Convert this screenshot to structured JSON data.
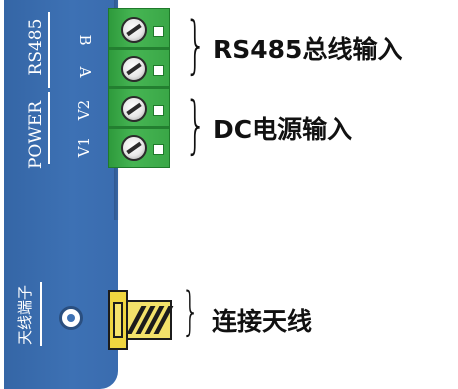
{
  "board": {
    "group_rs485": "RS485",
    "group_power": "POWER",
    "pin_b": "B",
    "pin_a": "A",
    "pin_v2": "V2",
    "pin_v1": "V1",
    "antenna_port": "天线端子"
  },
  "callouts": {
    "rs485_input": "RS485总线输入",
    "dc_input": "DC电源输入",
    "connect_antenna": "连接天线",
    "brace_glyph": "}"
  },
  "colors": {
    "board_blue": "#3d71b4",
    "terminal_green": "#3aa747",
    "antenna_yellow": "#f0d640"
  }
}
